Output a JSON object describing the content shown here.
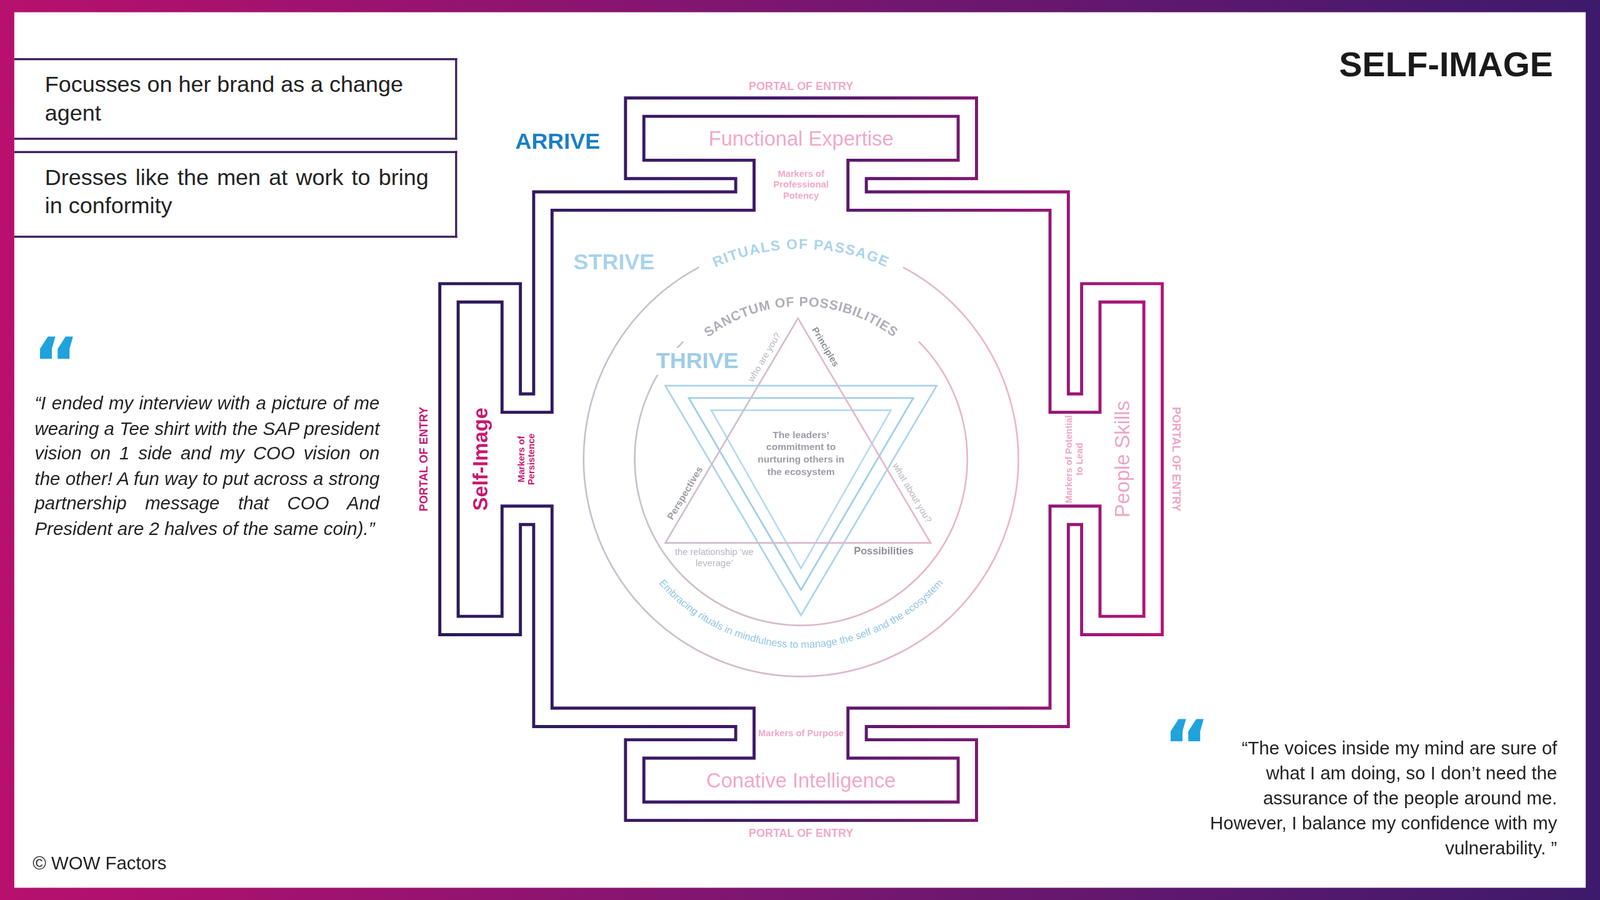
{
  "diagram": {
    "title": "SELF-IMAGE",
    "nodes": [
      {
        "text": [
          "Focusses on her brand as a change agent"
        ]
      },
      {
        "text": [
          "Dresses like the men at work to bring in conformity"
        ]
      },
      {
        "text": [
          "Functional Expertise"
        ]
      },
      {
        "text": [
          "Self-Image"
        ]
      },
      {
        "text": [
          "People Skills"
        ]
      },
      {
        "text": [
          "Conative Intelligence"
        ]
      }
    ],
    "labels": [
      "“",
      "“I ended my interview with a picture of me wearing a Tee shirt with the SAP president vision on 1 side and my COO vision on the other! A fun way to put across a strong partnership message that COO And President are 2 halves of the same coin).”",
      "ARRIVE",
      "PORTAL OF ENTRY",
      "Markers of Professional Potency",
      "STRIVE",
      "RITUALS OF PASSAGE",
      "SANCTUM OF POSSIBILITIES",
      "THRIVE",
      "who are you?",
      "Principles",
      "The leaders’ commitment to nurturing others in the ecosystem",
      "Perspectives",
      "what about you?",
      "the relationship ‘we leverage’",
      "Possibilities",
      "Embracing rituals in mindfulness to manage the self and the ecosystem",
      "PORTAL OF ENTRY",
      "Markers of Persistence",
      "Markers of Potential to Lead",
      "PORTAL OF ENTRY",
      "Markers of Purpose",
      "PORTAL OF ENTRY",
      "“",
      "“The voices inside my mind are sure of what I am doing, so I don’t need the assurance of the people around me. However, I balance my confidence with my vulnerability. ”",
      "© WOW Factors"
    ]
  }
}
